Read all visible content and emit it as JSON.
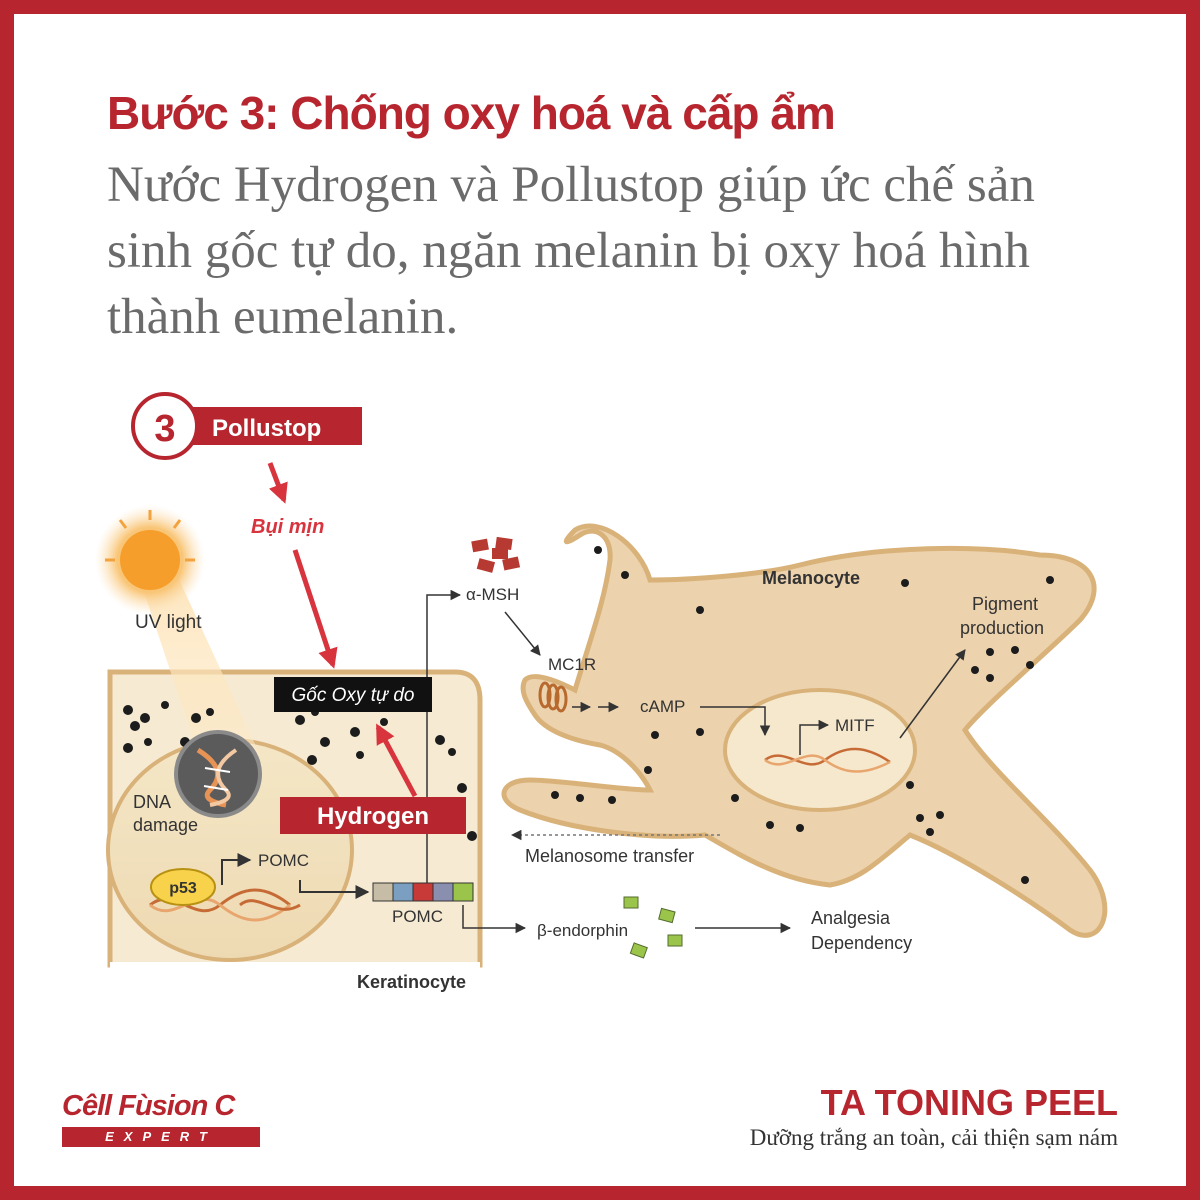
{
  "header": {
    "title": "Bước 3: Chống oxy hoá và cấp ẩm",
    "description": "Nước Hydrogen và Pollustop giúp ức chế sản sinh gốc tự do, ngăn melanin bị oxy hoá hình thành eumelanin."
  },
  "badge": {
    "number": "3",
    "label": "Pollustop"
  },
  "labels": {
    "fine_dust": "Bụi mịn",
    "free_radicals": "Gốc Oxy tự do",
    "hydrogen": "Hydrogen",
    "uv_light": "UV light",
    "dna_damage_1": "DNA",
    "dna_damage_2": "damage",
    "p53": "p53",
    "pomc_gene": "POMC",
    "pomc_protein": "POMC",
    "keratinocyte": "Keratinocyte",
    "alpha_msh": "α-MSH",
    "mc1r": "MC1R",
    "camp": "cAMP",
    "mitf": "MITF",
    "melanocyte": "Melanocyte",
    "pigment_1": "Pigment",
    "pigment_2": "production",
    "melanosome_transfer": "Melanosome transfer",
    "beta_endorphin": "β-endorphin",
    "analgesia": "Analgesia",
    "dependency": "Dependency"
  },
  "footer": {
    "brand": "Cêll Fùsion C",
    "brand_sub": "EXPERT",
    "product": "TA TONING PEEL",
    "tagline": "Dưỡng trắng an toàn, cải thiện sạm nám"
  },
  "colors": {
    "brand_red": "#b7262f",
    "text_gray": "#6b6b6b",
    "cell_fill": "#ecd2ad",
    "cell_stroke": "#d9b27a",
    "keratinocyte_fill": "#f6ebd2",
    "melanosome": "#1c1c1c",
    "alpha_msh": "#b73a32",
    "beta_endorphin": "#9bc54a"
  }
}
